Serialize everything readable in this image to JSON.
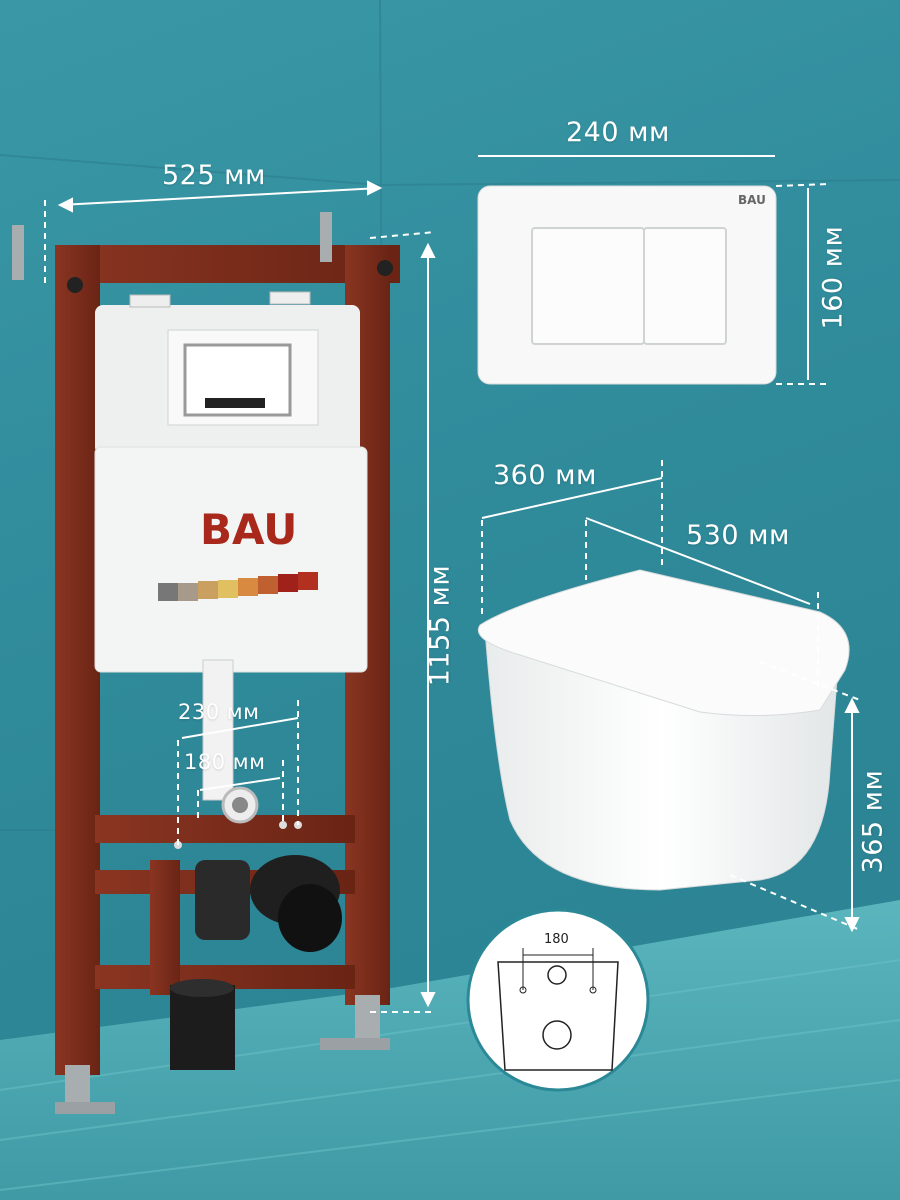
{
  "brand": {
    "logo": "BAU",
    "plate_logo": "BAU"
  },
  "dimensions": {
    "frame_width": "525 мм",
    "frame_height": "1155 мм",
    "outlet_230": "230 мм",
    "outlet_180": "180 мм",
    "plate_width": "240 мм",
    "plate_height": "160 мм",
    "bowl_width": "360 мм",
    "bowl_depth": "530 мм",
    "bowl_height": "365 мм",
    "inset_180": "180"
  },
  "colors": {
    "frame": "#7a2a1a",
    "wall": "#3a98a6",
    "floor": "#4aa8b2",
    "ceramic": "#ffffff"
  }
}
